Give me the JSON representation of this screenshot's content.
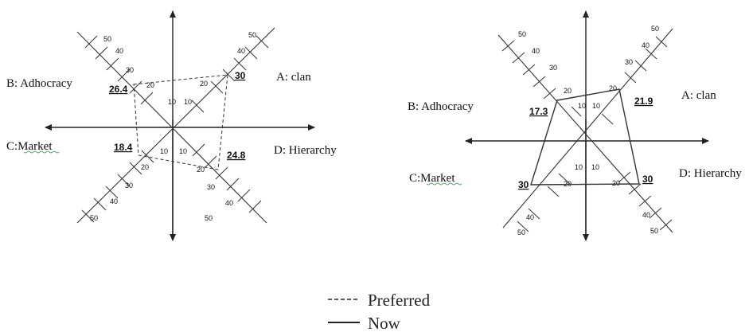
{
  "diagram_left": {
    "quadrants": {
      "a": "A: clan",
      "b": "B: Adhocracy",
      "c": "C:Market",
      "d": "D: Hierarchy"
    },
    "values": {
      "a": "30",
      "b": "26.4",
      "c": "18.4",
      "d": "24.8"
    },
    "ticks": [
      "10",
      "20",
      "30",
      "40",
      "50"
    ]
  },
  "diagram_right": {
    "quadrants": {
      "a": "A: clan",
      "b": "B: Adhocracy",
      "c": "C:Market",
      "d": "D: Hierarchy"
    },
    "values": {
      "a": "21.9",
      "b": "17.3",
      "c": "30",
      "d": "30"
    },
    "ticks": [
      "10",
      "20",
      "30",
      "40",
      "50"
    ]
  },
  "legend": {
    "preferred": "Preferred",
    "now": "Now",
    "preferred_style": "dashed",
    "now_style": "solid"
  }
}
